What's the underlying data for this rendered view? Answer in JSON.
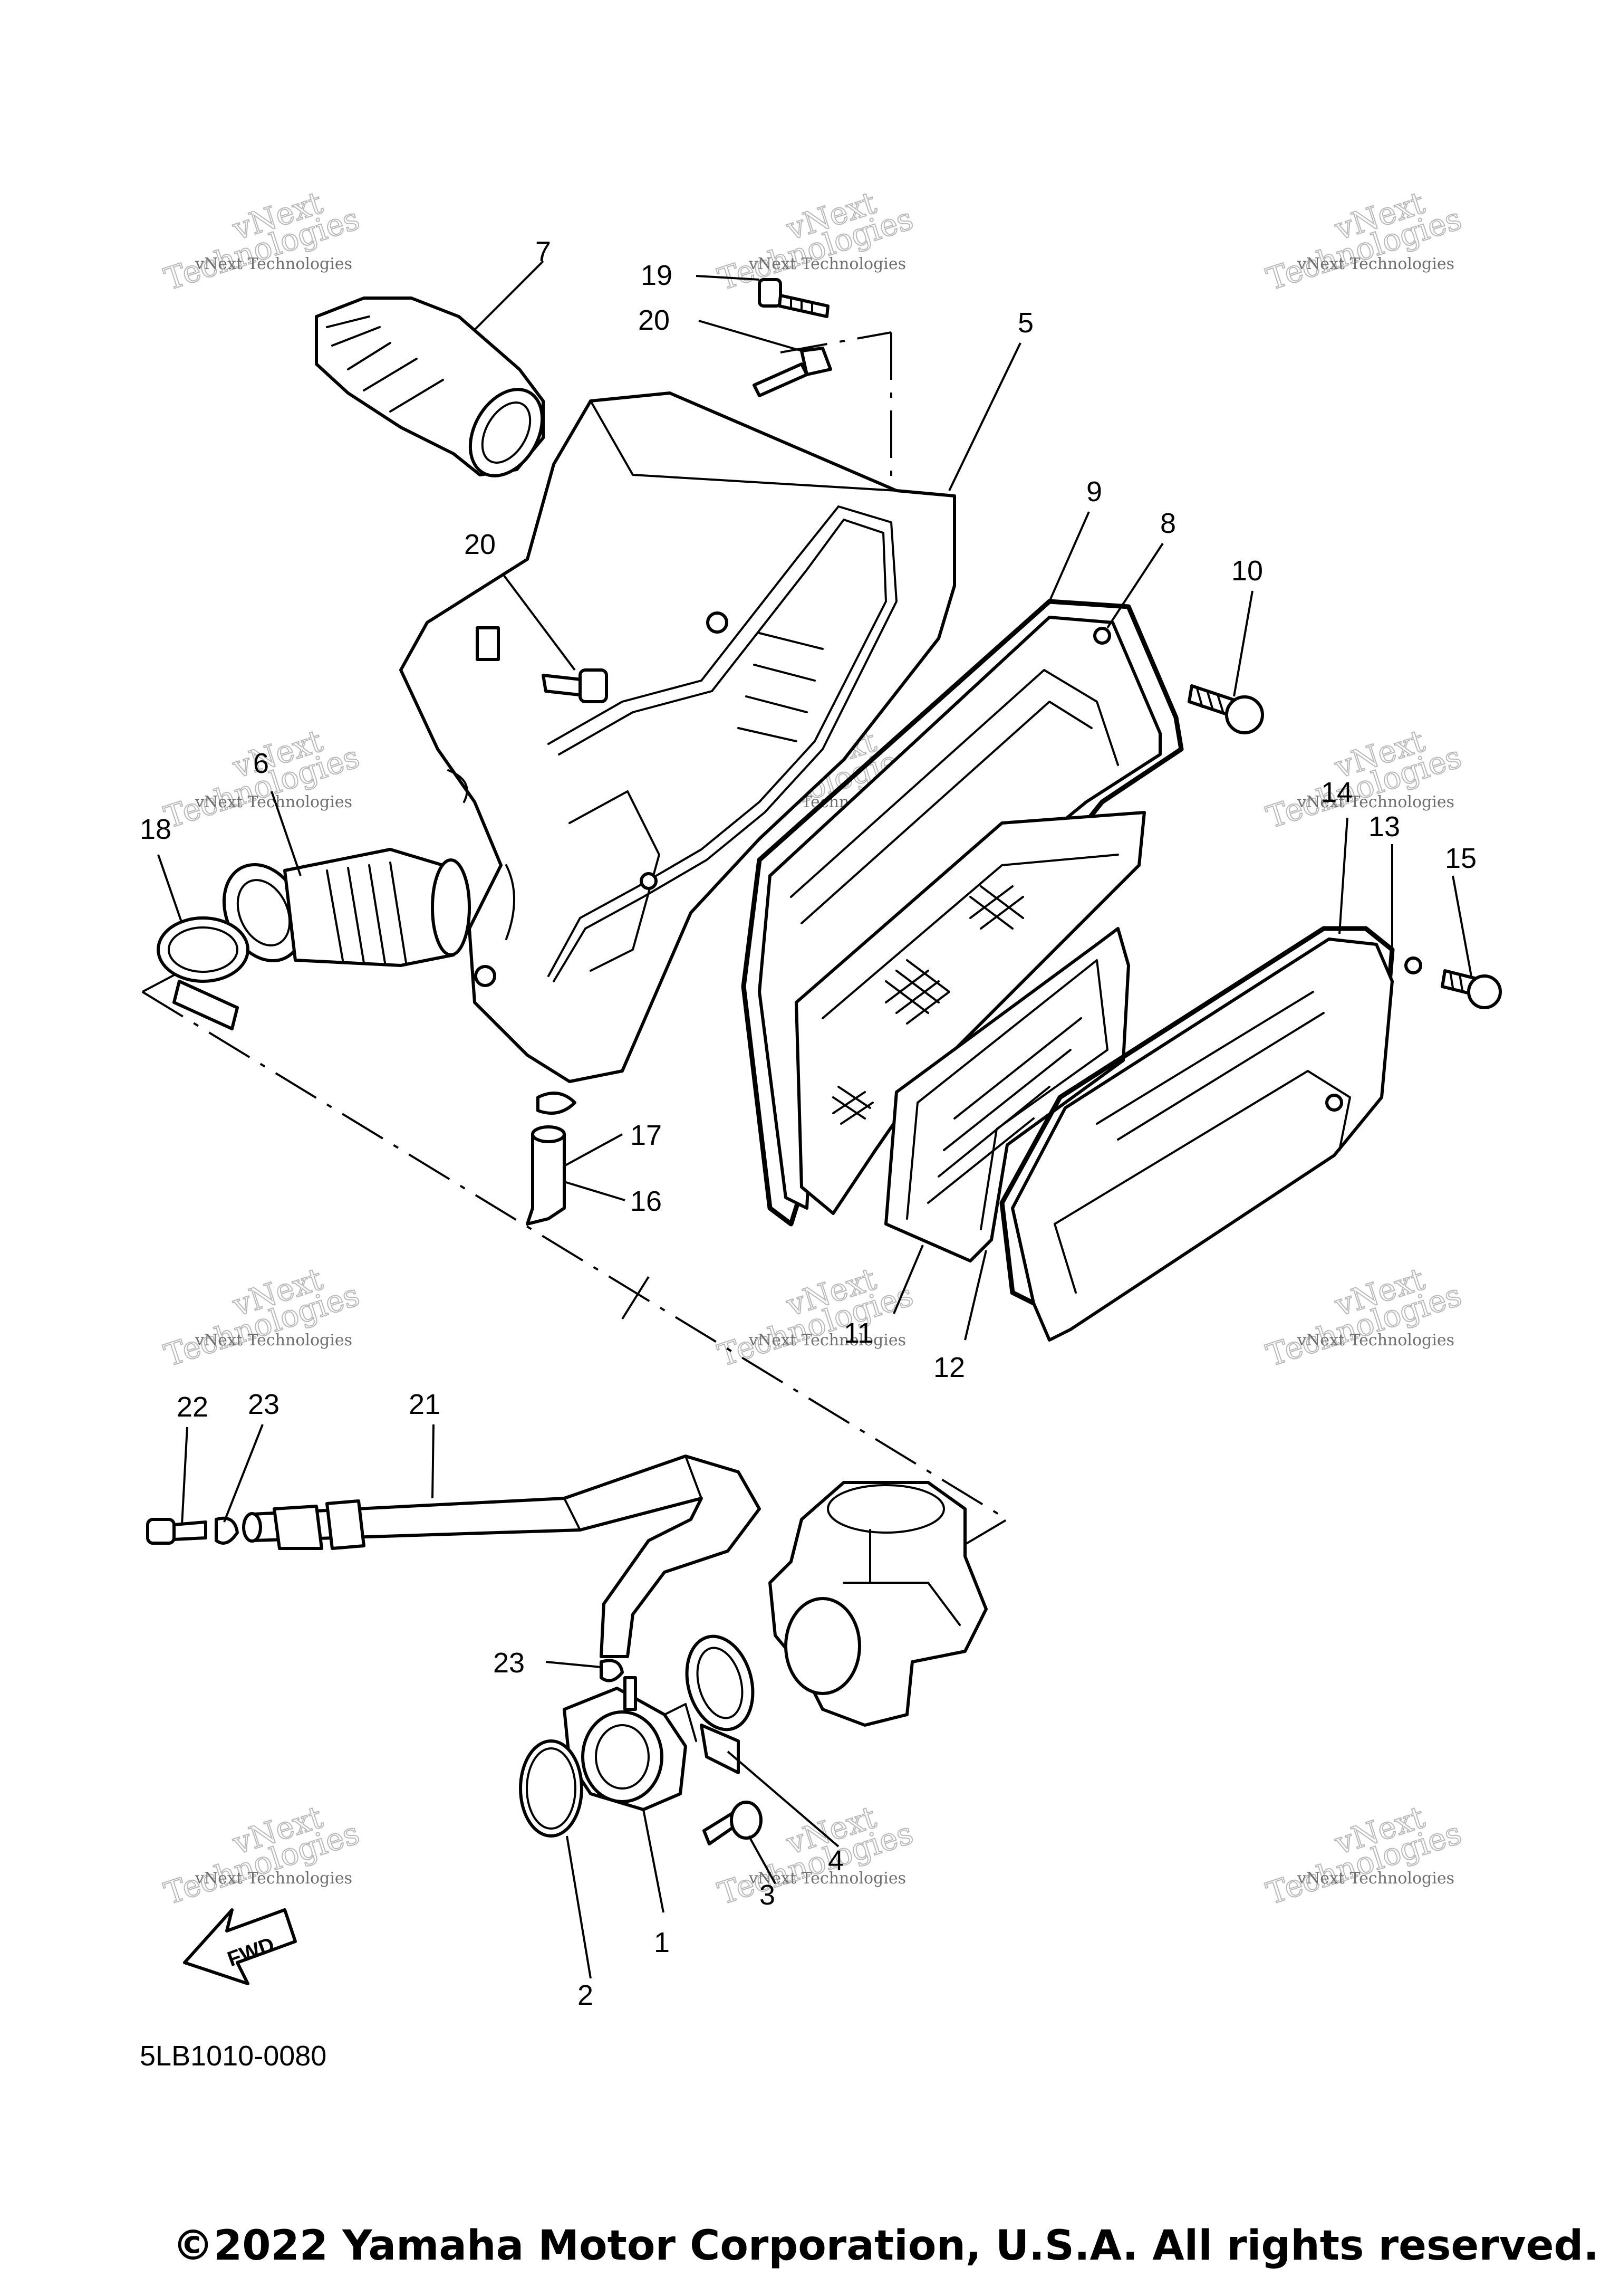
{
  "callouts": [
    {
      "id": "1",
      "label": "1"
    },
    {
      "id": "2",
      "label": "2"
    },
    {
      "id": "3",
      "label": "3"
    },
    {
      "id": "4",
      "label": "4"
    },
    {
      "id": "5",
      "label": "5"
    },
    {
      "id": "6",
      "label": "6"
    },
    {
      "id": "7",
      "label": "7"
    },
    {
      "id": "8",
      "label": "8"
    },
    {
      "id": "9",
      "label": "9"
    },
    {
      "id": "10",
      "label": "10"
    },
    {
      "id": "11",
      "label": "11"
    },
    {
      "id": "12",
      "label": "12"
    },
    {
      "id": "13",
      "label": "13"
    },
    {
      "id": "14",
      "label": "14"
    },
    {
      "id": "15",
      "label": "15"
    },
    {
      "id": "16",
      "label": "16"
    },
    {
      "id": "17",
      "label": "17"
    },
    {
      "id": "18",
      "label": "18"
    },
    {
      "id": "19",
      "label": "19"
    },
    {
      "id": "20a",
      "label": "20"
    },
    {
      "id": "20b",
      "label": "20"
    },
    {
      "id": "21",
      "label": "21"
    },
    {
      "id": "22",
      "label": "22"
    },
    {
      "id": "23a",
      "label": "23"
    },
    {
      "id": "23b",
      "label": "23"
    }
  ],
  "watermark": {
    "line1": "vNext Technologies",
    "line2": "vNext",
    "line3": "Technologies"
  },
  "fwd_label": "FWD",
  "diagram_code": "5LB1010-0080",
  "copyright": "©2022 Yamaha Motor Corporation, U.S.A. All rights reserved.",
  "colors": {
    "ink": "#000000",
    "watermark": "#6e6e6e",
    "background": "#ffffff"
  }
}
